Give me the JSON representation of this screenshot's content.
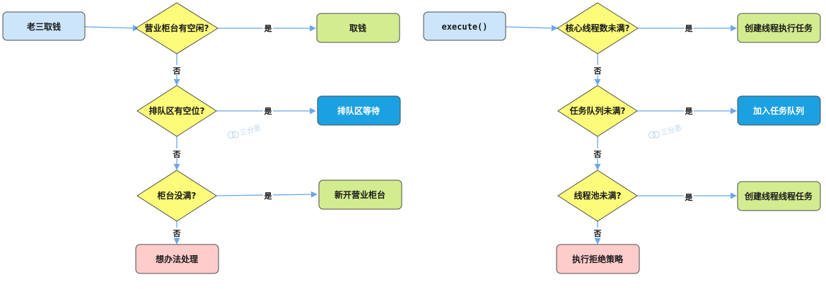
{
  "colors": {
    "start_fill": "#cce5fb",
    "start_stroke": "#5a86b0",
    "decision_fill": "#fdfb7a",
    "green_fill": "#d3ec8f",
    "blue_fill": "#1ba1e2",
    "red_fill": "#ffcccc",
    "edge": "#6aa8e8",
    "watermark": "#b9d4ea"
  },
  "left_flow": {
    "start": "老三取钱",
    "decision1": "营业柜台有空闲?",
    "result1": "取钱",
    "decision2": "排队区有空位?",
    "result2": "排队区等待",
    "decision3": "柜台没满?",
    "result3": "新开营业柜台",
    "fallback": "想办法处理"
  },
  "right_flow": {
    "start": "execute()",
    "decision1": "核心线程数未满?",
    "result1": "创建线程执行任务",
    "decision2": "任务队列未满?",
    "result2": "加入任务队列",
    "decision3": "线程池未满?",
    "result3": "创建线程线程任务",
    "fallback": "执行拒绝策略"
  },
  "labels": {
    "yes": "是",
    "no": "否"
  },
  "watermark": {
    "text": "三分恶",
    "icon": "chat-bubble-icon"
  }
}
